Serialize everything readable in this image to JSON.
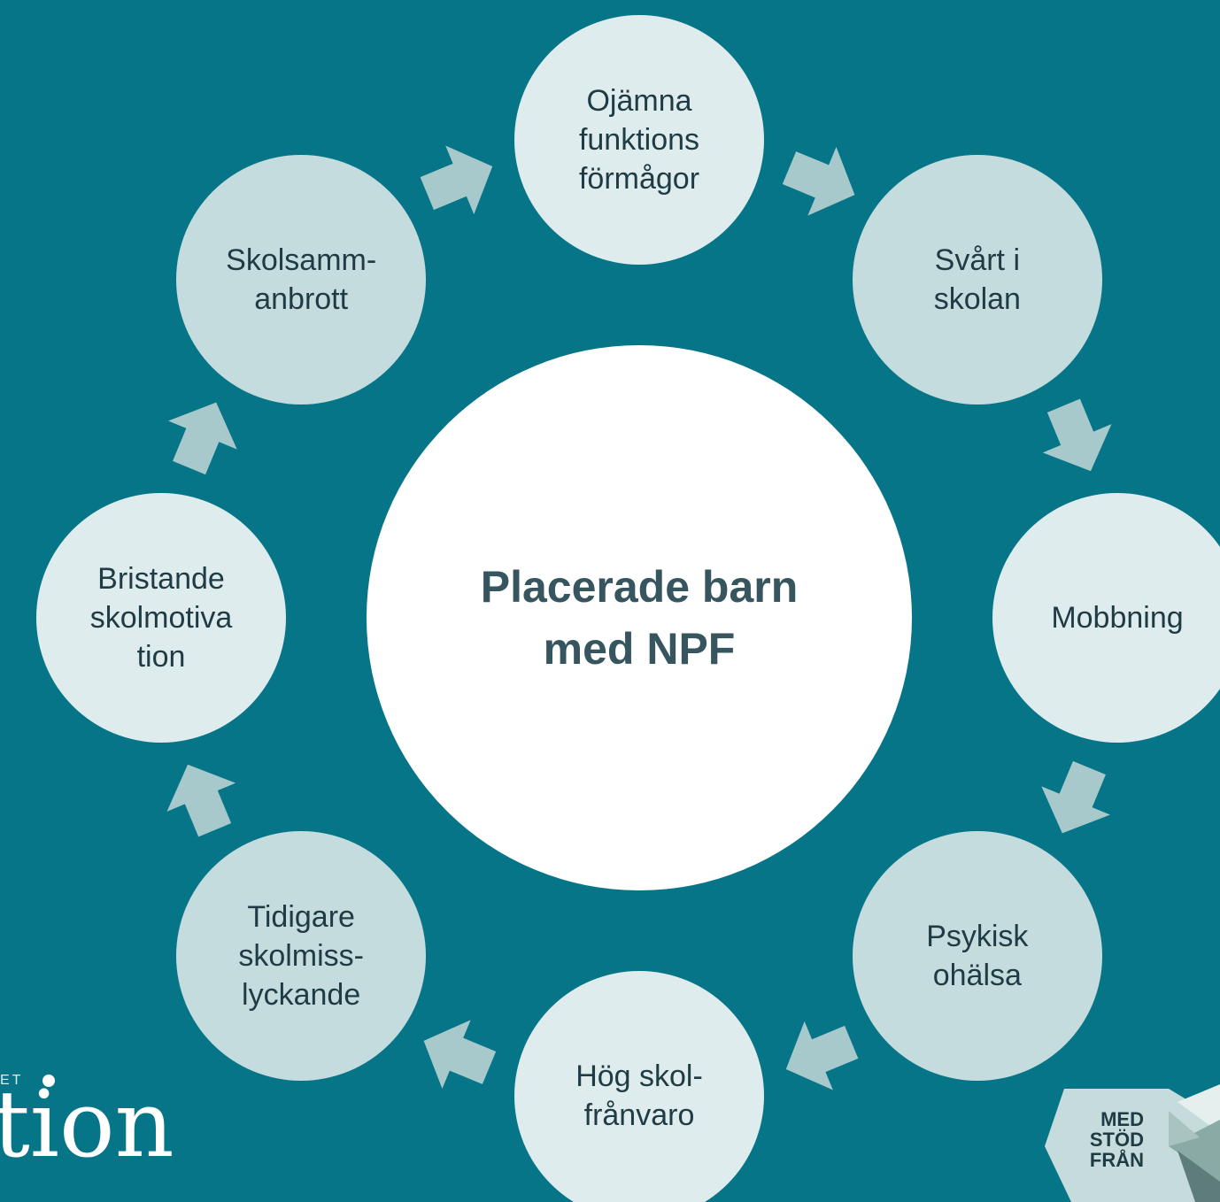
{
  "diagram": {
    "center": {
      "label": "Placerade barn\nmed NPF"
    },
    "nodes": [
      {
        "id": "ojamna",
        "label": "Ojämna\nfunktions\nförmågor"
      },
      {
        "id": "svart",
        "label": "Svårt i\nskolan"
      },
      {
        "id": "mobbning",
        "label": "Mobbning"
      },
      {
        "id": "psykisk",
        "label": "Psykisk\nohälsa"
      },
      {
        "id": "hog",
        "label": "Hög skol-\nfrånvaro"
      },
      {
        "id": "tidigare",
        "label": "Tidigare\nskolmiss-\nlyckande"
      },
      {
        "id": "bristande",
        "label": "Bristande\nskolmotiva\ntion"
      },
      {
        "id": "skolsamm",
        "label": "Skolsamm-\nanbrott"
      }
    ],
    "colors": {
      "background": "#067587",
      "node_fill_light": "#dfecee",
      "node_fill_mid": "#c5dcdf",
      "arrow": "#a7c9cc",
      "center_fill": "#ffffff",
      "center_text": "#37555e",
      "node_text": "#1f3b44"
    }
  },
  "logos": {
    "left": {
      "small_text": "ET",
      "word": "tion"
    },
    "right": {
      "text": "MED\nSTÖD\nFRÅN"
    }
  }
}
